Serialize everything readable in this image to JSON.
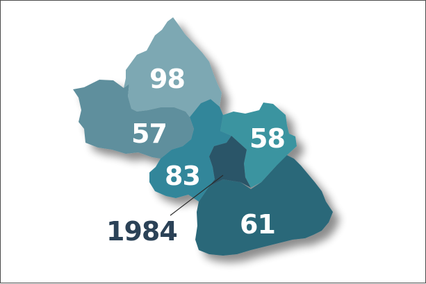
{
  "regions": [
    {
      "id": "r98",
      "label": "98",
      "color": "#7da8b3"
    },
    {
      "id": "r57",
      "label": "57",
      "color": "#5e8f9d"
    },
    {
      "id": "r83",
      "label": "83",
      "color": "#32869a"
    },
    {
      "id": "r58",
      "label": "58",
      "color": "#3a94a0"
    },
    {
      "id": "r61",
      "label": "61",
      "color": "#2b6779"
    },
    {
      "id": "r1984",
      "label": "1984",
      "color": "#2a5467"
    }
  ],
  "external_label_color": "#2b4257",
  "leader_line_color": "#2b2b2b"
}
